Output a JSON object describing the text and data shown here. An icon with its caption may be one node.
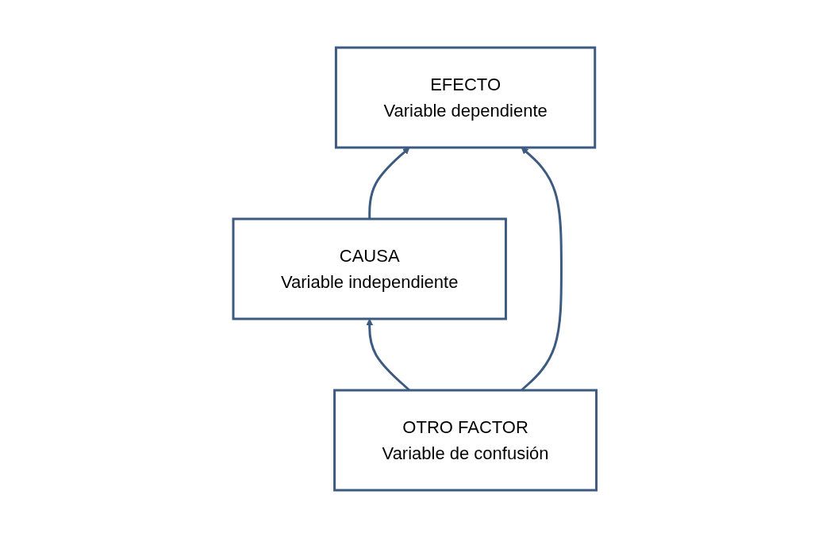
{
  "diagram": {
    "nodes": [
      {
        "text": [
          "CAUSA",
          "Variable independiente"
        ]
      },
      {
        "text": [
          "EFECTO",
          "Variable dependiente"
        ]
      },
      {
        "text": [
          "OTRO FACTOR",
          "Variable de confusión"
        ]
      }
    ],
    "edges": [
      {
        "from": 0,
        "to": 1,
        "arrow": "to"
      },
      {
        "from": 2,
        "to": 0,
        "arrow": "to"
      },
      {
        "from": 2,
        "to": 1,
        "arrow": "to"
      }
    ]
  }
}
